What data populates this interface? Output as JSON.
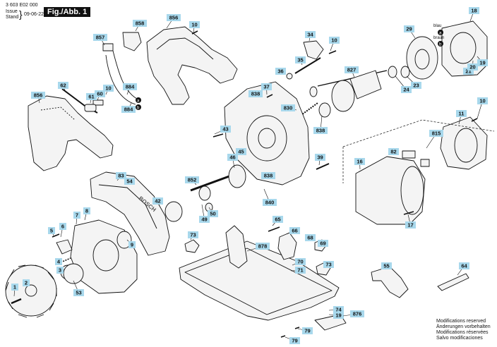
{
  "header": {
    "doc_number": "3 603 E02 000",
    "issue_label": "Issue",
    "stand_label": "Stand",
    "date": "09-06-22",
    "figure": "Fig./Abb. 1"
  },
  "footer_notes": [
    "Modifications reserved",
    "Änderungen vorbehalten",
    "Modifications réservées",
    "Salvo modificaciones"
  ],
  "wire_labels": {
    "blue": "blau",
    "brown": "braun",
    "a": "a",
    "b": "b"
  },
  "brand": "BOSCH",
  "colors": {
    "callout_bg": "#a8d8ec",
    "line": "#111111",
    "fill": "#f4f4f4",
    "shade": "#cfcfcf"
  },
  "callouts": [
    {
      "id": "p858",
      "label": "858"
    },
    {
      "id": "p10a",
      "label": "10"
    },
    {
      "id": "p856a",
      "label": "856"
    },
    {
      "id": "p857",
      "label": "857"
    },
    {
      "id": "p62",
      "label": "62"
    },
    {
      "id": "p60",
      "label": "60"
    },
    {
      "id": "p61",
      "label": "61"
    },
    {
      "id": "p10b",
      "label": "10"
    },
    {
      "id": "p884a",
      "label": "884"
    },
    {
      "id": "p884b",
      "label": "884"
    },
    {
      "id": "p856b",
      "label": "856"
    },
    {
      "id": "p34",
      "label": "34"
    },
    {
      "id": "p10c",
      "label": "10"
    },
    {
      "id": "p35",
      "label": "35"
    },
    {
      "id": "p36",
      "label": "36"
    },
    {
      "id": "p37",
      "label": "37"
    },
    {
      "id": "p838a",
      "label": "838"
    },
    {
      "id": "p827",
      "label": "827"
    },
    {
      "id": "p29",
      "label": "29"
    },
    {
      "id": "p18",
      "label": "18"
    },
    {
      "id": "p21",
      "label": "21"
    },
    {
      "id": "p20",
      "label": "20"
    },
    {
      "id": "p19",
      "label": "19"
    },
    {
      "id": "p24",
      "label": "24"
    },
    {
      "id": "p23",
      "label": "23"
    },
    {
      "id": "p830",
      "label": "830"
    },
    {
      "id": "p838b",
      "label": "838"
    },
    {
      "id": "p10d",
      "label": "10"
    },
    {
      "id": "p11",
      "label": "11"
    },
    {
      "id": "p43",
      "label": "43"
    },
    {
      "id": "p45",
      "label": "45"
    },
    {
      "id": "p46",
      "label": "46"
    },
    {
      "id": "p39",
      "label": "39"
    },
    {
      "id": "p815",
      "label": "815"
    },
    {
      "id": "p82",
      "label": "82"
    },
    {
      "id": "p16",
      "label": "16"
    },
    {
      "id": "p83",
      "label": "83"
    },
    {
      "id": "p54",
      "label": "54"
    },
    {
      "id": "p852",
      "label": "852"
    },
    {
      "id": "p838c",
      "label": "838"
    },
    {
      "id": "p42",
      "label": "42"
    },
    {
      "id": "p840",
      "label": "840"
    },
    {
      "id": "p50",
      "label": "50"
    },
    {
      "id": "p49",
      "label": "49"
    },
    {
      "id": "p17",
      "label": "17"
    },
    {
      "id": "p8",
      "label": "8"
    },
    {
      "id": "p7",
      "label": "7"
    },
    {
      "id": "p65",
      "label": "65"
    },
    {
      "id": "p5",
      "label": "5"
    },
    {
      "id": "p6",
      "label": "6"
    },
    {
      "id": "p73a",
      "label": "73"
    },
    {
      "id": "p66",
      "label": "66"
    },
    {
      "id": "p68",
      "label": "68"
    },
    {
      "id": "p69",
      "label": "69"
    },
    {
      "id": "p878",
      "label": "878"
    },
    {
      "id": "p9",
      "label": "9"
    },
    {
      "id": "p70",
      "label": "70"
    },
    {
      "id": "p71",
      "label": "71"
    },
    {
      "id": "p73b",
      "label": "73"
    },
    {
      "id": "p55",
      "label": "55"
    },
    {
      "id": "p64",
      "label": "64"
    },
    {
      "id": "p4",
      "label": "4"
    },
    {
      "id": "p3",
      "label": "3"
    },
    {
      "id": "p1",
      "label": "1"
    },
    {
      "id": "p2",
      "label": "2"
    },
    {
      "id": "p53",
      "label": "53"
    },
    {
      "id": "p74",
      "label": "74"
    },
    {
      "id": "p19b",
      "label": "19"
    },
    {
      "id": "p876",
      "label": "876"
    },
    {
      "id": "p79a",
      "label": "79"
    },
    {
      "id": "p79b",
      "label": "79"
    }
  ]
}
